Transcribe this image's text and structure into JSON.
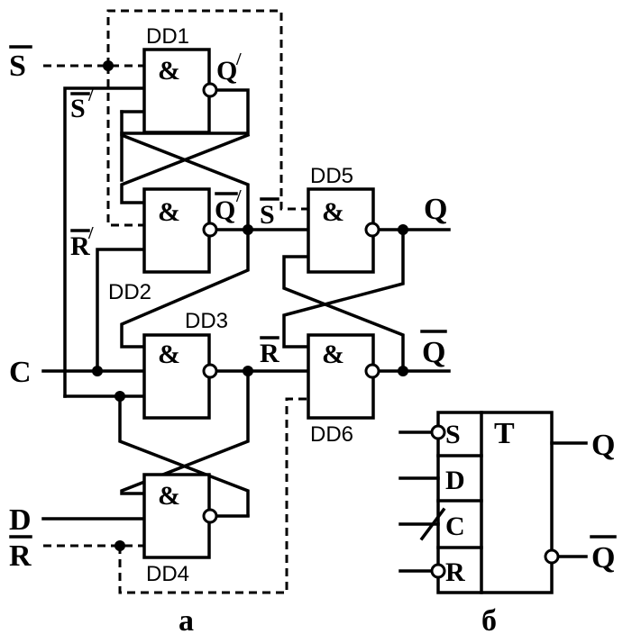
{
  "circuit_a": {
    "caption": "а",
    "inputs": {
      "s_bar": "S",
      "c": "C",
      "d": "D",
      "r_bar": "R"
    },
    "outputs": {
      "q": "Q",
      "q_bar": "Q"
    },
    "internal": {
      "s_prime": "S",
      "r_prime": "R",
      "q_prime": "Q",
      "q_prime_bar": "Q",
      "s_bar": "S",
      "r_bar": "R",
      "prime": "/"
    },
    "gates": [
      {
        "name": "DD1",
        "symbol": "&"
      },
      {
        "name": "DD2",
        "symbol": "&"
      },
      {
        "name": "DD3",
        "symbol": "&"
      },
      {
        "name": "DD4",
        "symbol": "&"
      },
      {
        "name": "DD5",
        "symbol": "&"
      },
      {
        "name": "DD6",
        "symbol": "&"
      }
    ]
  },
  "symbol_b": {
    "caption": "б",
    "pins": [
      "S",
      "D",
      "C",
      "R"
    ],
    "type": "T",
    "outputs": [
      "Q",
      "Q"
    ]
  }
}
